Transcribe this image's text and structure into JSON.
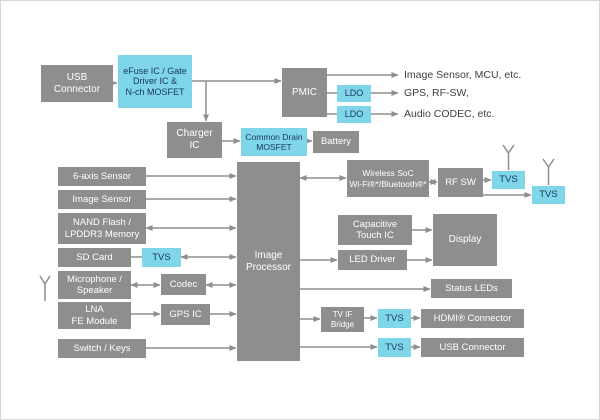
{
  "diagram": {
    "blocks": {
      "usb_connector_top": "USB\nConnector",
      "efuse": "eFuse IC / Gate\nDriver IC &\nN-ch MOSFET",
      "pmic": "PMIC",
      "ldo_1": "LDO",
      "ldo_2": "LDO",
      "charger_ic": "Charger\nIC",
      "common_drain_mosfet": "Common Drain\nMOSFET",
      "battery": "Battery",
      "six_axis_sensor": "6-axis Sensor",
      "image_sensor": "Image Sensor",
      "nand_flash": "NAND Flash /\nLPDDR3 Memory",
      "sd_card": "SD Card",
      "tvs_sd": "TVS",
      "microphone_speaker": "Microphone /\nSpeaker",
      "codec": "Codec",
      "lna_fe_module": "LNA\nFE Module",
      "gps_ic": "GPS IC",
      "switch_keys": "Switch / Keys",
      "image_processor": "Image\nProcessor",
      "wireless_soc": "Wireless SoC\nWi-Fi®*/Bluetooth®*",
      "rf_sw": "RF SW",
      "tvs_rf_1": "TVS",
      "tvs_rf_2": "TVS",
      "capacitive_touch": "Capacitive\nTouch IC",
      "display": "Display",
      "led_driver": "LED Driver",
      "status_leds": "Status LEDs",
      "tv_if_bridge": "TV IF\nBridge",
      "tvs_hdmi": "TVS",
      "hdmi_connector": "HDMI® Connector",
      "tvs_usb": "TVS",
      "usb_connector_bottom": "USB Connector"
    },
    "labels": {
      "pmic_out_1": "Image Sensor, MCU, etc.",
      "pmic_out_2": "GPS, RF-SW,",
      "pmic_out_3": "Audio CODEC, etc."
    },
    "colors": {
      "gray_block": "#8e8e8e",
      "cyan_block": "#80d6e9",
      "line": "#8e8e8e",
      "text_on_gray": "#ffffff",
      "text_on_cyan": "#16365c",
      "label_text": "#404040"
    }
  }
}
